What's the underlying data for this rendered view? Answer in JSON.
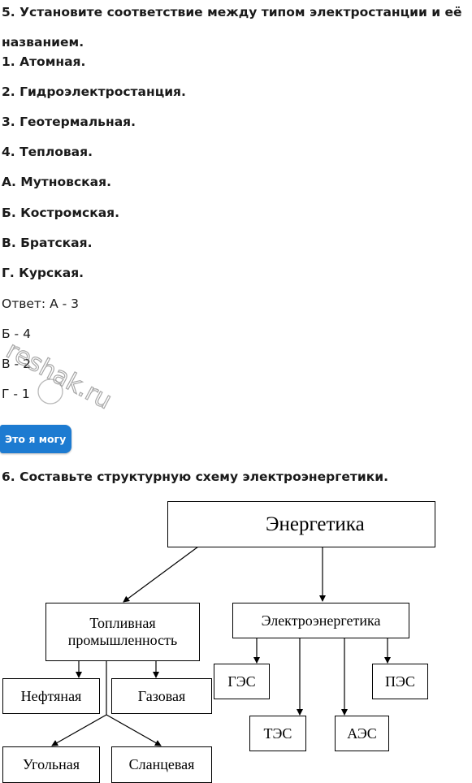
{
  "question5": {
    "title": "5. Установите соответствие между типом электростанции и её названием.",
    "items": [
      "1. Атомная.",
      "2. Гидроэлектростанция.",
      "3. Геотермальная.",
      "4. Тепловая.",
      "А. Мутновская.",
      "Б. Костромская.",
      "В. Братская.",
      "Г. Курская."
    ],
    "answer": [
      "Ответ: А - 3",
      "Б - 4",
      "В - 2",
      "Г - 1"
    ]
  },
  "watermark": "reshak.ru",
  "cando_button": "Это я могу",
  "question6": {
    "title": "6. Составьте структурную схему электроэнергетики."
  },
  "diagram": {
    "root": "Энергетика",
    "fuel": [
      "Топливная",
      "промышленность"
    ],
    "electro": "Электроэнергетика",
    "oil": "Нефтяная",
    "gas": "Газовая",
    "coal": "Угольная",
    "shale": "Сланцевая",
    "hpp": "ГЭС",
    "tpp": "ТЭС",
    "npp": "АЭС",
    "spp": "ПЭС"
  }
}
